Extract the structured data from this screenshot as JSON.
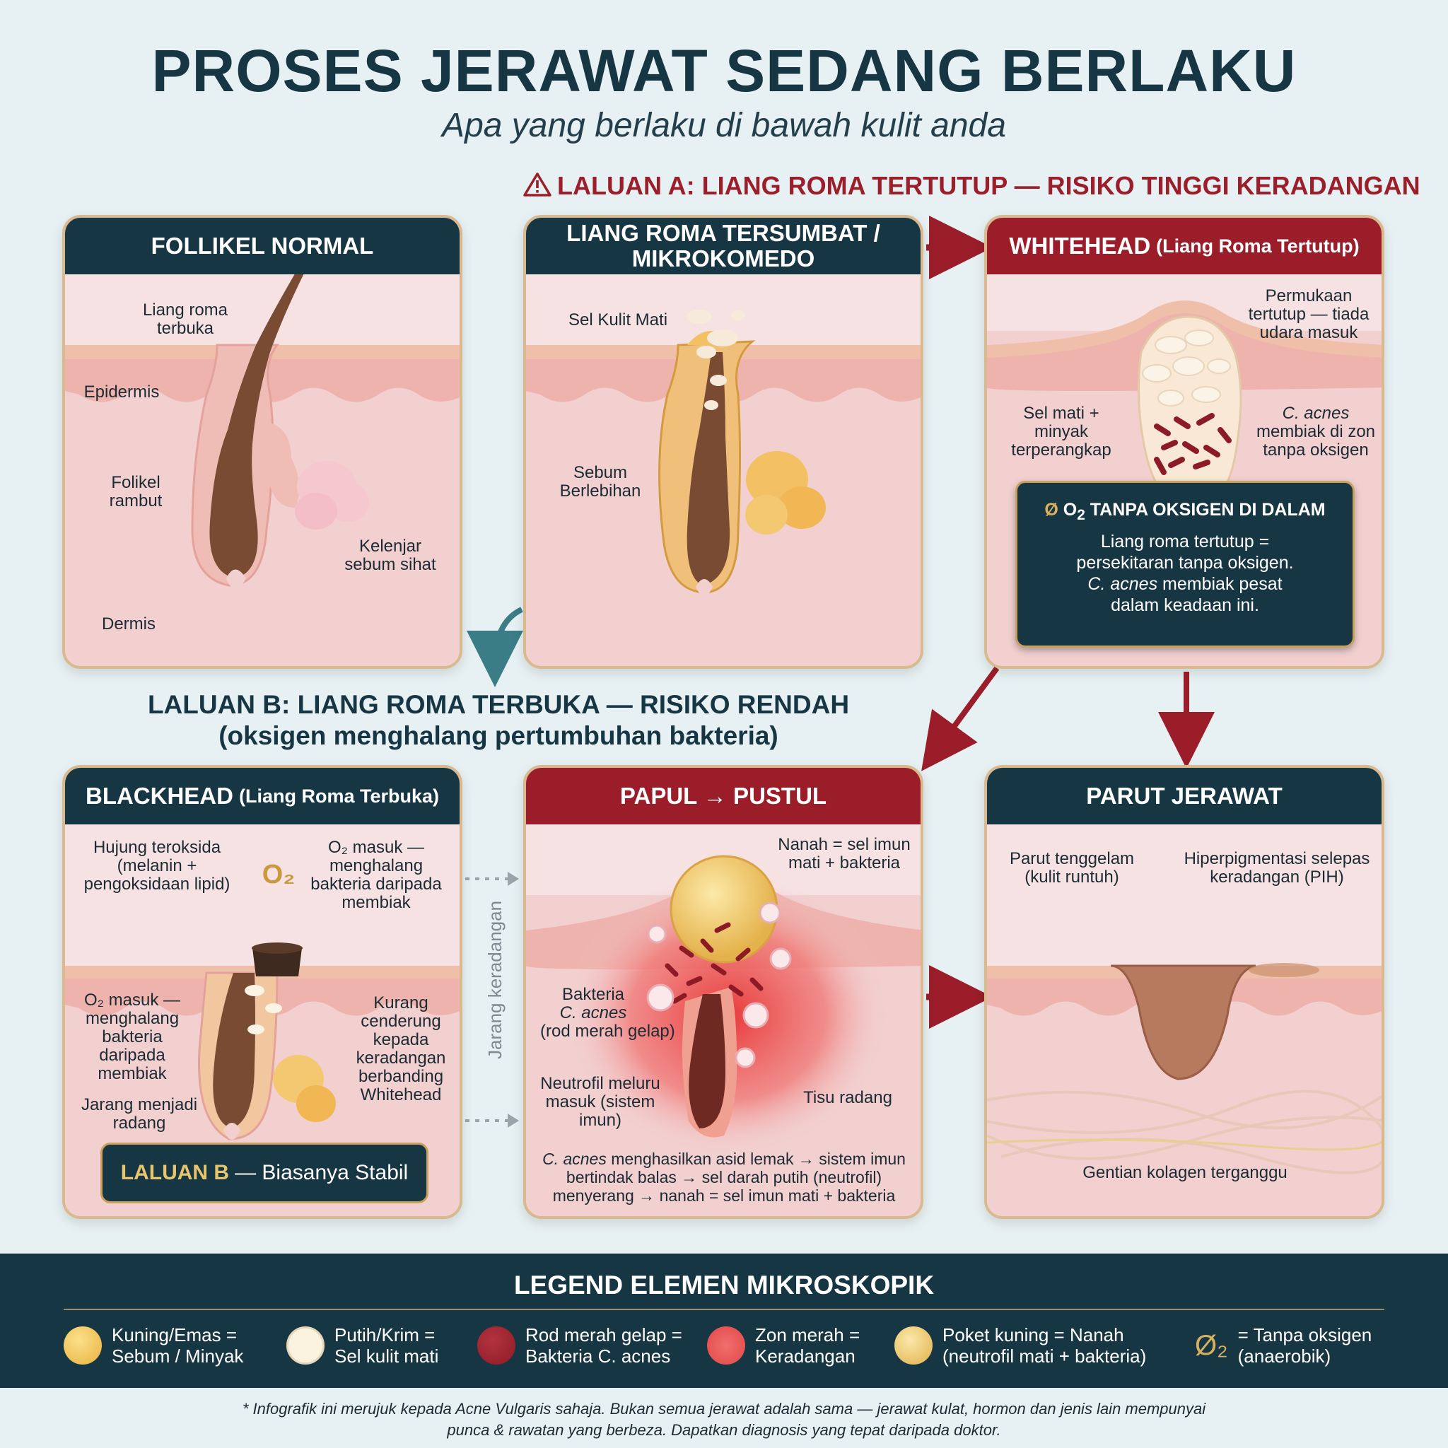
{
  "header": {
    "title": "PROSES JERAWAT SEDANG BERLAKU",
    "subtitle": "Apa yang berlaku di bawah kulit anda"
  },
  "path_a": "LALUAN A: LIANG ROMA TERTUTUP — RISIKO TINGGI KERADANGAN",
  "path_b": {
    "line1": "LALUAN B: LIANG ROMA TERBUKA — RISIKO RENDAH",
    "line2": "(oksigen menghalang pertumbuhan bakteria)"
  },
  "colors": {
    "navy": "#173644",
    "red": "#9b1d2a",
    "gold": "#c9a15c",
    "skin": "#f6e2e2"
  },
  "panels": {
    "normal": {
      "title": "FOLLIKEL NORMAL",
      "labels": {
        "pore": "Liang roma terbuka",
        "epidermis": "Epidermis",
        "follicle": "Folikel rambut",
        "gland": "Kelenjar sebum sihat",
        "dermis": "Dermis"
      }
    },
    "clogged": {
      "title": "LIANG ROMA TERSUMBAT / MIKROKOMEDO",
      "labels": {
        "dead_cells": "Sel Kulit Mati",
        "sebum": "Sebum Berlebihan"
      }
    },
    "whitehead": {
      "title": "WHITEHEAD",
      "title_sub": "(Liang Roma Tertutup)",
      "labels": {
        "surface": "Permukaan tertutup — tiada udara masuk",
        "trapped": "Sel mati + minyak terperangkap",
        "acnes_name": "C. acnes",
        "acnes_rest": "membiak di zon tanpa oksigen"
      },
      "info_title": "TANPA OKSIGEN DI DALAM",
      "info_lines": [
        "Liang roma tertutup =",
        "persekitaran tanpa oksigen.",
        "membiak pesat",
        "dalam keadaan ini."
      ],
      "info_acnes": "C. acnes"
    },
    "blackhead": {
      "title": "BLACKHEAD",
      "title_sub": "(Liang Roma Terbuka)",
      "o2_symbol": "O₂",
      "labels": {
        "oxidized": "Hujung teroksida (melanin + pengoksidaan lipid)",
        "o2_top": "O₂ masuk — menghalang bakteria daripada membiak",
        "o2_left": "O₂ masuk — menghalang bakteria daripada membiak",
        "less": "Kurang cenderung kepada keradangan berbanding Whitehead",
        "rarely": "Jarang menjadi radang"
      },
      "stable_bold": "LALUAN B",
      "stable_rest": "— Biasanya Stabil"
    },
    "papule": {
      "title": "PAPUL → PUSTUL",
      "side_label": "Jarang keradangan",
      "labels": {
        "pus": "Nanah = sel imun mati + bakteria",
        "bacteria_1": "Bakteria",
        "bacteria_2": "C. acnes",
        "bacteria_3": "(rod merah gelap)",
        "neutrophil": "Neutrofil meluru masuk (sistem imun)",
        "tissue": "Tisu radang"
      },
      "caption_lines": [
        "menghasilkan asid lemak → sistem imun",
        "bertindak balas → sel darah putih (neutrofil)",
        "menyerang → nanah = sel imun mati + bakteria"
      ],
      "caption_acnes": "C. acnes"
    },
    "scar": {
      "title": "PARUT JERAWAT",
      "labels": {
        "sunken": "Parut tenggelam (kulit runtuh)",
        "pih": "Hiperpigmentasi selepas keradangan (PIH)",
        "collagen": "Gentian kolagen terganggu"
      }
    }
  },
  "legend": {
    "title": "LEGEND ELEMEN MIKROSKOPIK",
    "items": [
      {
        "line1": "Kuning/Emas =",
        "line2": "Sebum / Minyak",
        "color": "#e9b23f"
      },
      {
        "line1": "Putih/Krim =",
        "line2": "Sel kulit mati",
        "color": "#fbf2df"
      },
      {
        "line1": "Rod merah gelap =",
        "line2": "Bakteria C. acnes",
        "color": "#8d1b25"
      },
      {
        "line1": "Zon merah =",
        "line2": "Keradangan",
        "color": "#e04848"
      },
      {
        "line1": "Poket kuning = Nanah",
        "line2": "(neutrofil mati + bakteria)",
        "color": "#e7c060"
      },
      {
        "line1": "= Tanpa oksigen",
        "line2": "(anaerobik)",
        "symbol": "Ø₂"
      }
    ]
  },
  "footnote": {
    "line1": "* Infografik ini merujuk kepada Acne Vulgaris sahaja. Bukan semua jerawat adalah sama — jerawat kulat, hormon dan jenis lain mempunyai",
    "line2": "punca & rawatan yang berbeza. Dapatkan diagnosis yang tepat daripada doktor."
  }
}
